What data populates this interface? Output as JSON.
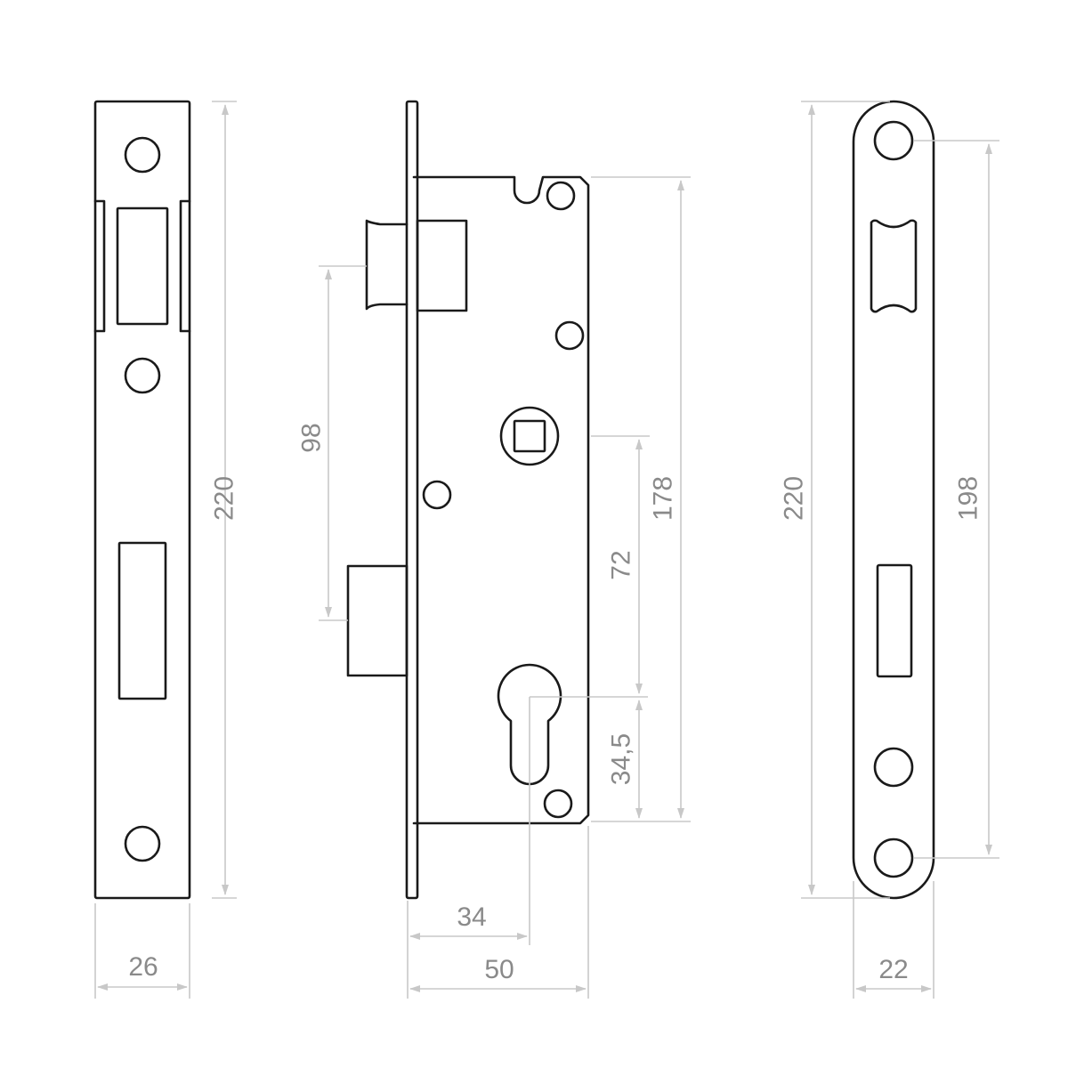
{
  "diagram": {
    "type": "technical-drawing",
    "subject": "mortise lock set",
    "colors": {
      "outline": "#1a1a1a",
      "dimension": "#c8c8c8",
      "dimension_text": "#8a8a8a",
      "background": "#ffffff"
    },
    "views": [
      {
        "name": "faceplate-front-view",
        "dimensions": {
          "height": "220",
          "width": "26"
        },
        "features": [
          "3 screw holes",
          "latch slot with side recesses",
          "bolt slot"
        ]
      },
      {
        "name": "lock-body-side-view",
        "dimensions": {
          "latch_to_bolt": "98",
          "spindle_to_cylinder": "72",
          "case_height": "178",
          "cylinder_to_bottom": "34,5",
          "backset": "34",
          "case_depth": "50"
        },
        "features": [
          "latch",
          "deadbolt",
          "square spindle hub",
          "euro profile cylinder hole",
          "fixing holes"
        ]
      },
      {
        "name": "strike-plate-front-view",
        "dimensions": {
          "height": "220",
          "hole_spacing": "198",
          "width": "22"
        },
        "features": [
          "rounded ends",
          "4 screw holes",
          "latch opening",
          "bolt opening"
        ]
      }
    ]
  }
}
